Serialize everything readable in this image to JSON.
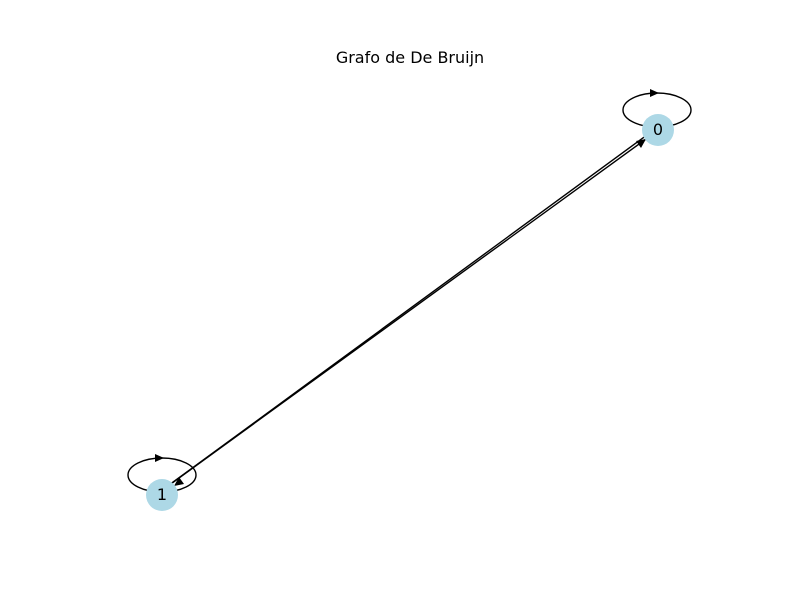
{
  "title": "Grafo de De Bruijn",
  "colors": {
    "node_fill": "#add8e6",
    "edge": "#000000",
    "background": "#ffffff"
  },
  "graph": {
    "nodes": [
      {
        "id": "0",
        "label": "0"
      },
      {
        "id": "1",
        "label": "1"
      }
    ],
    "edges": [
      {
        "from": "0",
        "to": "0"
      },
      {
        "from": "0",
        "to": "1"
      },
      {
        "from": "1",
        "to": "0"
      },
      {
        "from": "1",
        "to": "1"
      }
    ]
  }
}
